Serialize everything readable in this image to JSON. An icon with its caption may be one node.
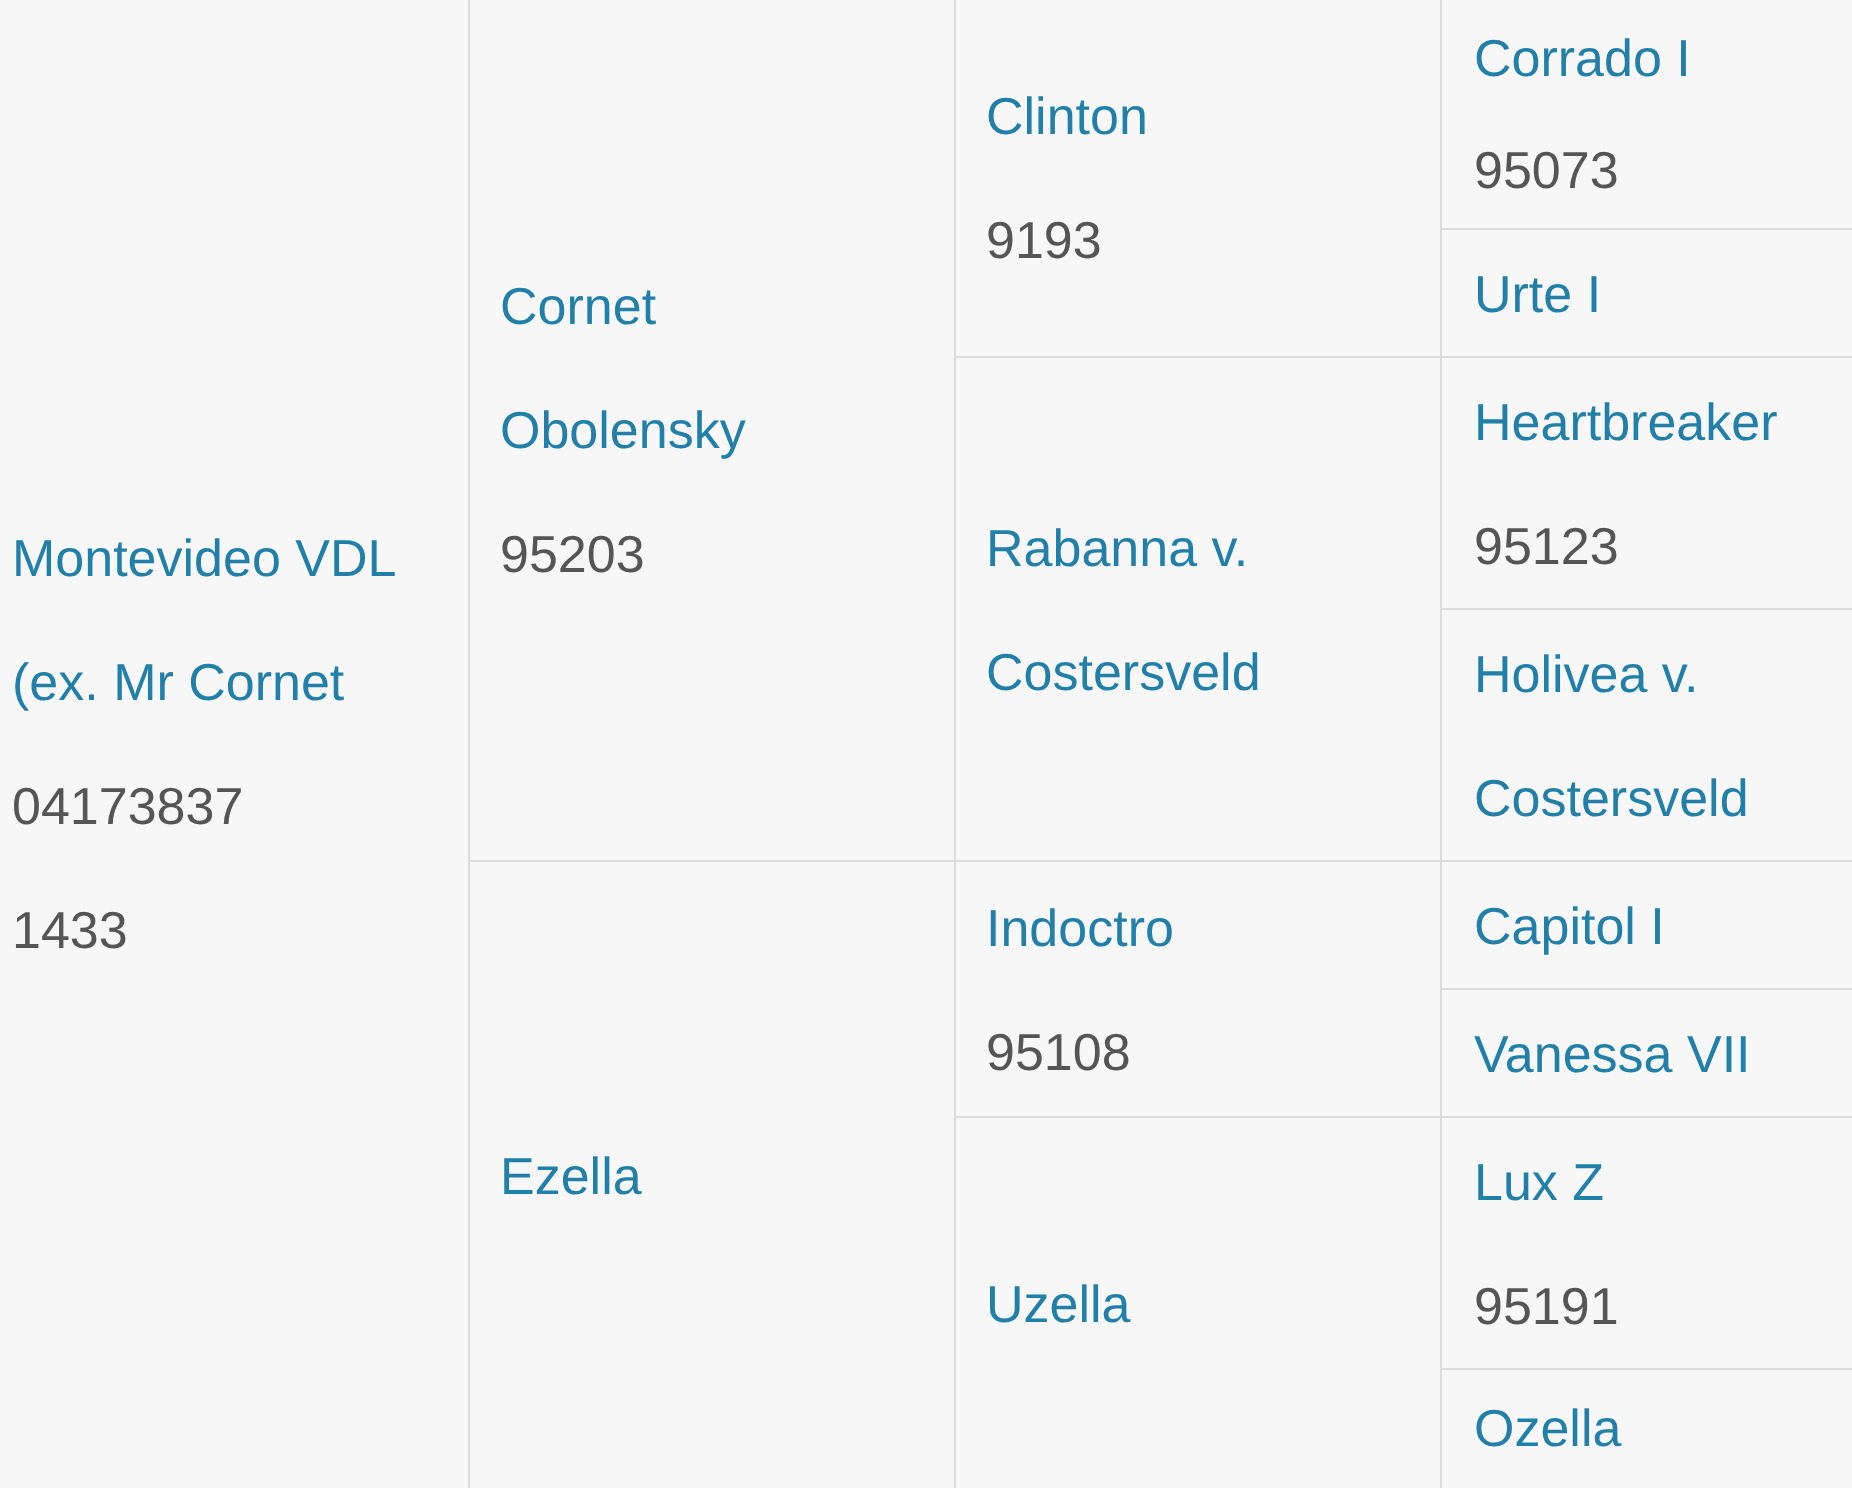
{
  "diagram": {
    "nodes": [
      {
        "text": [
          "Montevideo VDL (ex. Mr Cornet",
          "04173837",
          "1433"
        ]
      },
      {
        "text": [
          "Cornet Obolensky",
          "95203"
        ]
      },
      {
        "text": [
          "Clinton",
          "9193"
        ]
      },
      {
        "text": [
          "Corrado I",
          "95073"
        ]
      },
      {
        "text": [
          "Urte I"
        ]
      },
      {
        "text": [
          "Rabanna v. Costersveld"
        ]
      },
      {
        "text": [
          "Heartbreaker",
          "95123"
        ]
      },
      {
        "text": [
          "Holivea v. Costersveld"
        ]
      },
      {
        "text": [
          "Ezella"
        ]
      },
      {
        "text": [
          "Indoctro",
          "95108"
        ]
      },
      {
        "text": [
          "Capitol I"
        ]
      },
      {
        "text": [
          "Vanessa VII"
        ]
      },
      {
        "text": [
          "Uzella"
        ]
      },
      {
        "text": [
          "Lux Z",
          "95191"
        ]
      },
      {
        "text": [
          "Ozella"
        ]
      }
    ]
  }
}
